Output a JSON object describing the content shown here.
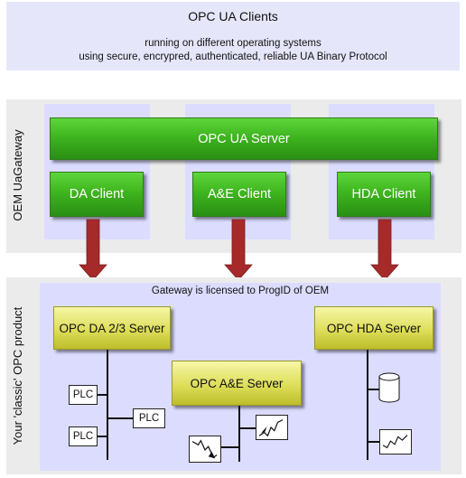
{
  "clients": {
    "title": "OPC UA Clients",
    "subtitle_line1": "running on different operating systems",
    "subtitle_line2": "using secure, encrypred, authenticated, reliable UA Binary Protocol"
  },
  "gateway": {
    "side_label": "OEM UaGateway",
    "server_label": "OPC UA Server",
    "clients": [
      "DA Client",
      "A&E Client",
      "HDA Client"
    ]
  },
  "product": {
    "side_label": "Your 'classic' OPC product",
    "license_note": "Gateway is licensed to ProgID of OEM",
    "servers": {
      "da": "OPC DA 2/3 Server",
      "ae": "OPC A&E Server",
      "hda": "OPC HDA Server"
    },
    "plc_labels": [
      "PLC",
      "PLC",
      "PLC"
    ]
  },
  "colors": {
    "band_background": "#ebebeb",
    "lavender": "#dcdcff",
    "green": "#3fb51f",
    "yellow": "#dede5a",
    "arrow": "#a62a2a"
  }
}
